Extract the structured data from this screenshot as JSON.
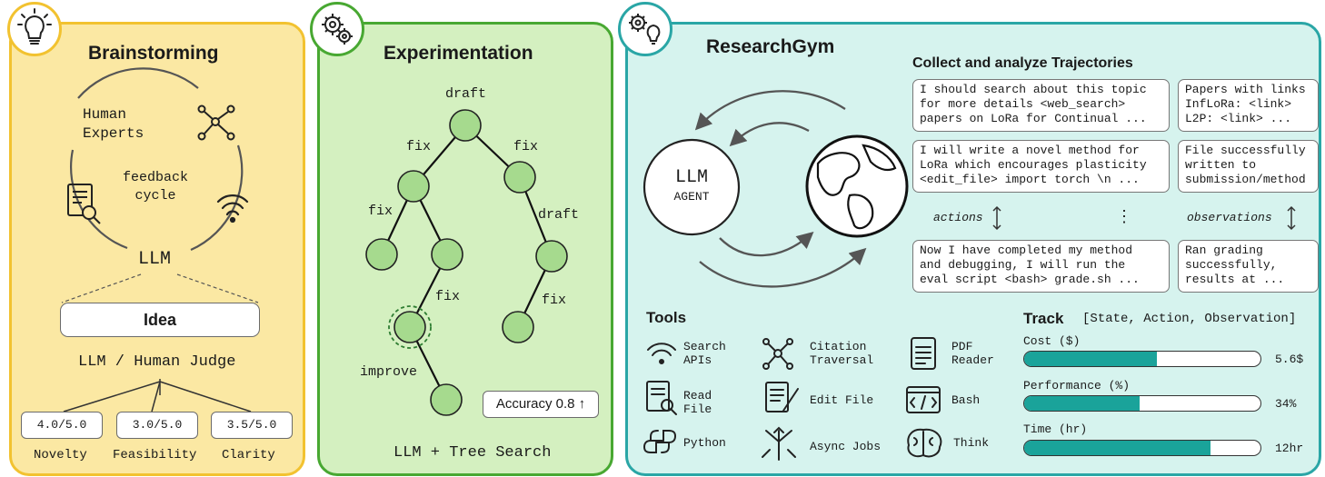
{
  "brainstorming": {
    "title": "Brainstorming",
    "human_experts": [
      "Human",
      "Experts"
    ],
    "feedback_cycle": [
      "feedback",
      "cycle"
    ],
    "llm": "LLM",
    "idea": "Idea",
    "judge": "LLM / Human Judge",
    "scores": [
      {
        "value": "4.0/5.0",
        "label": "Novelty"
      },
      {
        "value": "3.0/5.0",
        "label": "Feasibility"
      },
      {
        "value": "3.5/5.0",
        "label": "Clarity"
      }
    ]
  },
  "experimentation": {
    "title": "Experimentation",
    "labels": {
      "draft_top": "draft",
      "fix_left": "fix",
      "fix_right": "fix",
      "fix_left2": "fix",
      "draft_right": "draft",
      "fix_mid": "fix",
      "fix_right2": "fix",
      "improve": "improve"
    },
    "accuracy": "Accuracy 0.8 ↑",
    "footer": "LLM + Tree Search"
  },
  "researchgym": {
    "title": "ResearchGym",
    "agent": [
      "LLM",
      "AGENT"
    ],
    "collect_title": "Collect and analyze Trajectories",
    "actions_label": "actions",
    "observations_label": "observations",
    "ellipsis": "⋮",
    "actions": [
      [
        "I should search about this topic",
        "for more details <web_search>",
        "papers on LoRa for Continual ..."
      ],
      [
        "I will write a novel method for",
        "LoRa which encourages plasticity",
        "<edit_file> import torch \\n ..."
      ],
      [
        "Now I have completed my method",
        "and debugging, I will run the",
        "eval script <bash> grade.sh ..."
      ]
    ],
    "observations": [
      [
        "Papers with links",
        "InfLoRa: <link>",
        "L2P: <link> ..."
      ],
      [
        "File successfully",
        "written to",
        "submission/method"
      ],
      [
        "Ran grading",
        "successfully,",
        "results at ..."
      ]
    ],
    "tools_title": "Tools",
    "tools": {
      "search": [
        "Search",
        "APIs"
      ],
      "citation": [
        "Citation",
        "Traversal"
      ],
      "pdf": [
        "PDF",
        "Reader"
      ],
      "read": [
        "Read",
        "File"
      ],
      "edit": "Edit File",
      "bash": "Bash",
      "python": "Python",
      "async": "Async Jobs",
      "think": "Think"
    },
    "track_title": "Track",
    "track_subtitle": "[State, Action, Observation]",
    "metrics": [
      {
        "label": "Cost ($)",
        "value": "5.6$",
        "fraction": 0.56
      },
      {
        "label": "Performance (%)",
        "value": "34%",
        "fraction": 0.49
      },
      {
        "label": "Time (hr)",
        "value": "12hr",
        "fraction": 0.79
      }
    ]
  },
  "colors": {
    "yellow": "#f2c230",
    "green": "#48a832",
    "teal": "#2aa6a6",
    "bar": "#1aa39a"
  }
}
